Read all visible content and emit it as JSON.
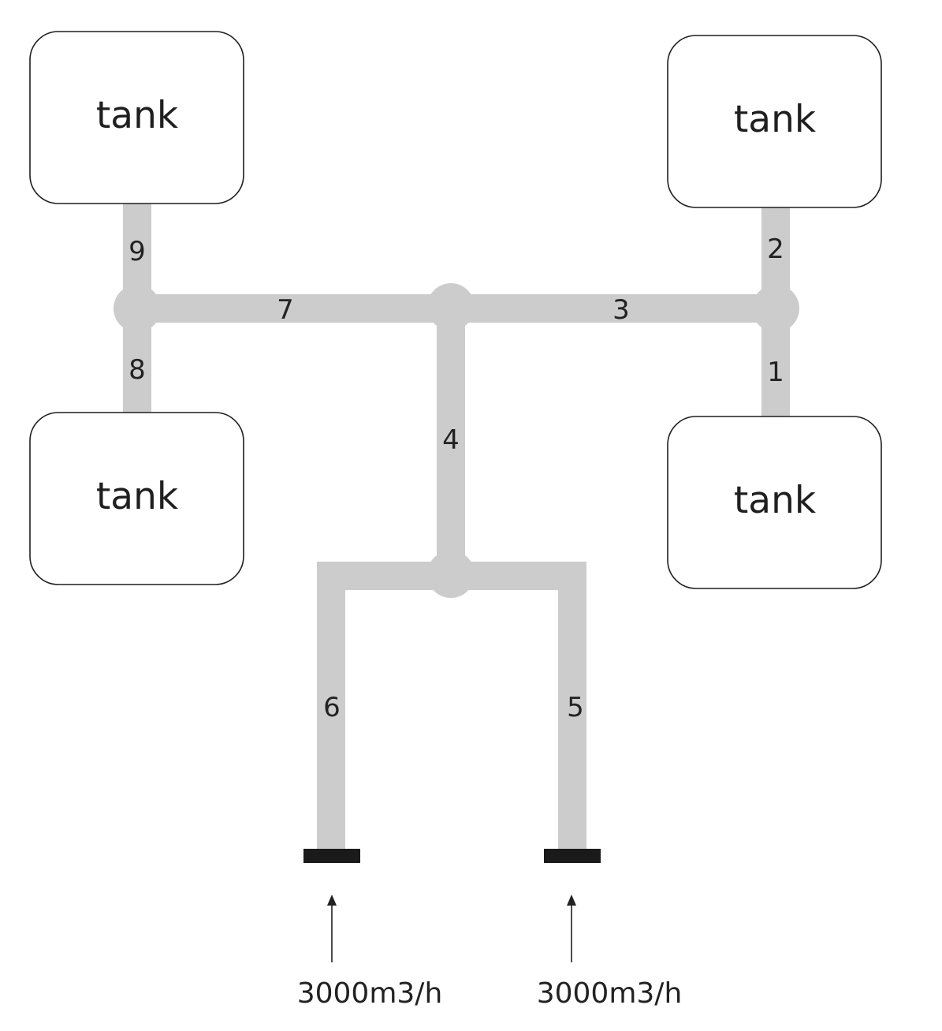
{
  "tanks": [
    {
      "id": "top-left",
      "label": "tank"
    },
    {
      "id": "top-right",
      "label": "tank"
    },
    {
      "id": "bottom-left",
      "label": "tank"
    },
    {
      "id": "bottom-right",
      "label": "tank"
    }
  ],
  "pipes": [
    {
      "id": 1,
      "label": "1"
    },
    {
      "id": 2,
      "label": "2"
    },
    {
      "id": 3,
      "label": "3"
    },
    {
      "id": 4,
      "label": "4"
    },
    {
      "id": 5,
      "label": "5"
    },
    {
      "id": 6,
      "label": "6"
    },
    {
      "id": 7,
      "label": "7"
    },
    {
      "id": 8,
      "label": "8"
    },
    {
      "id": 9,
      "label": "9"
    }
  ],
  "inlets": [
    {
      "id": "left",
      "flow": "3000m3/h"
    },
    {
      "id": "right",
      "flow": "3000m3/h"
    }
  ],
  "colors": {
    "pipe": "#cccccc",
    "tank_border": "#1f1f1f",
    "inlet_cap": "#1a1a1a",
    "text": "#222222"
  }
}
